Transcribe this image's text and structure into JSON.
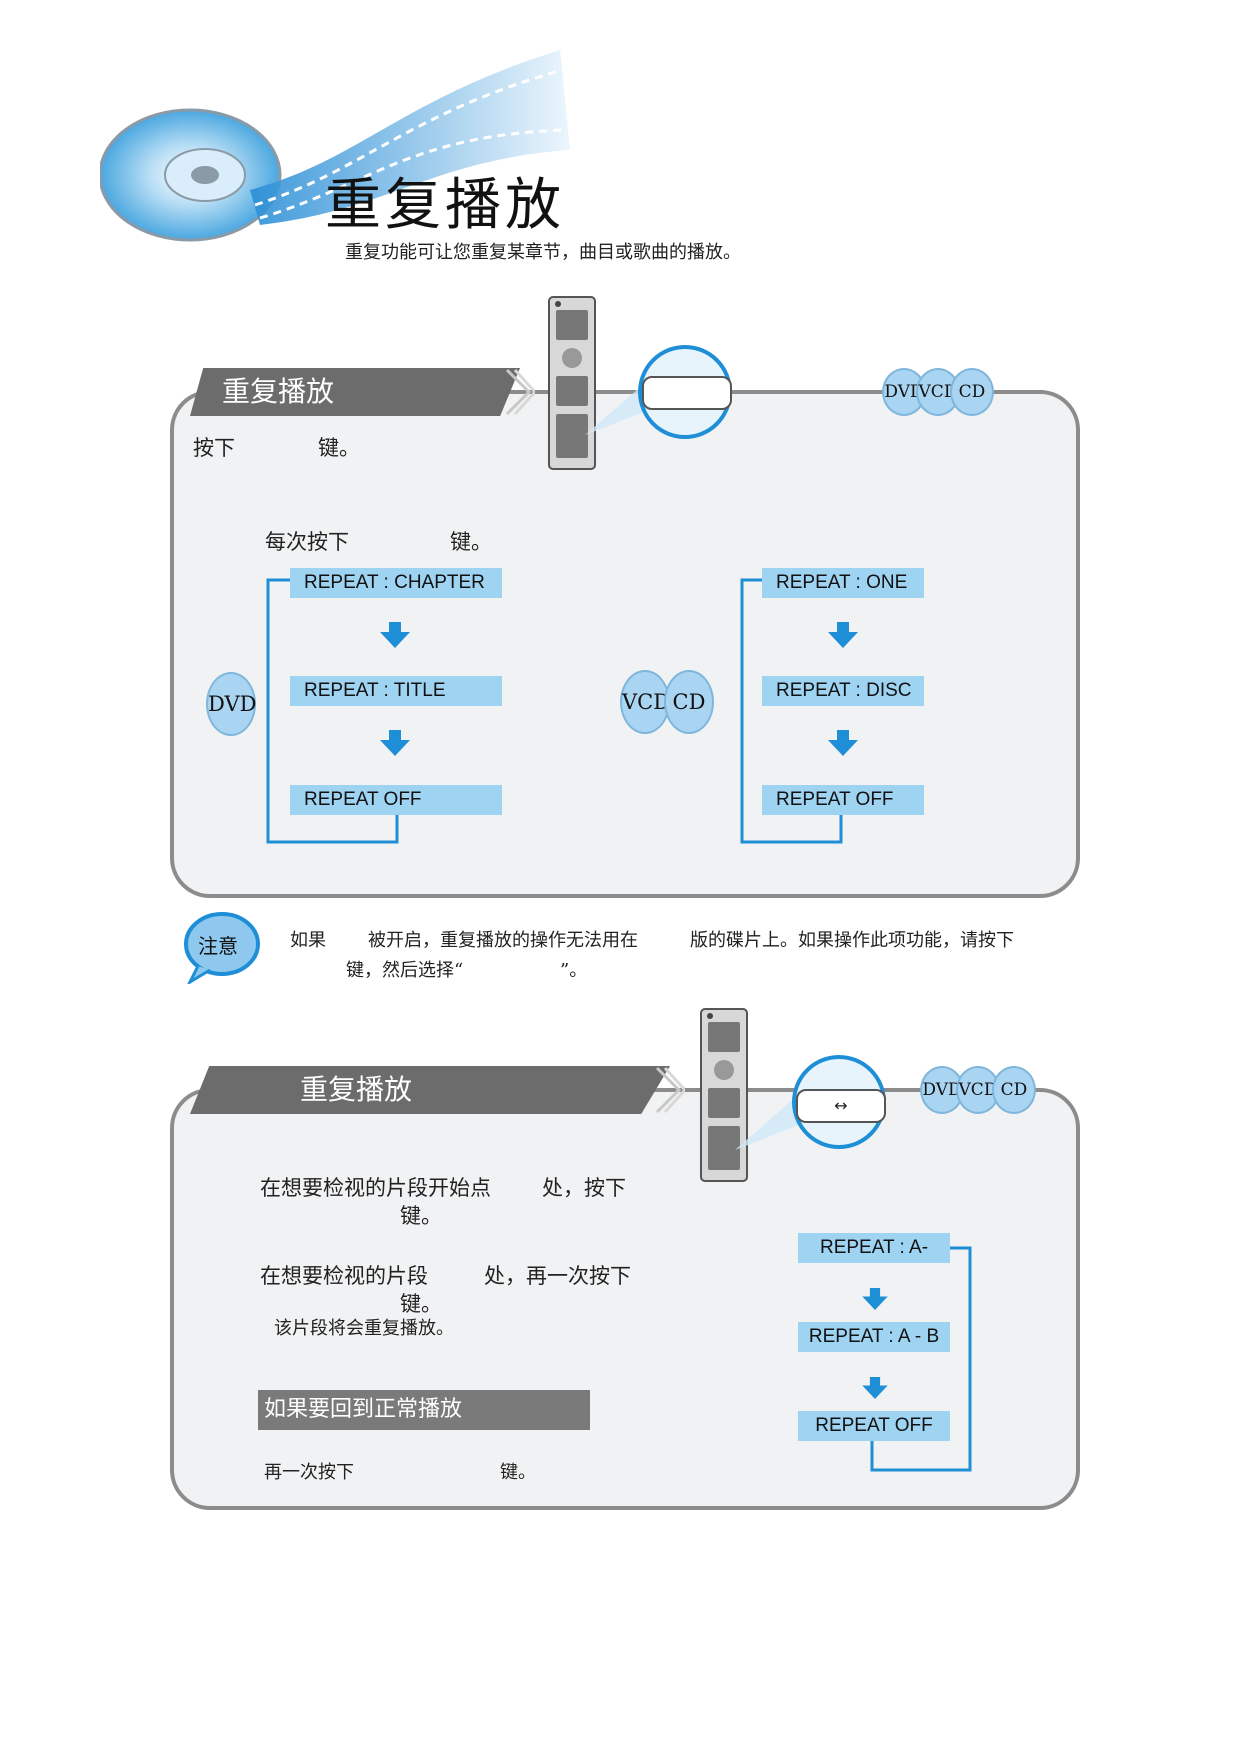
{
  "header": {
    "title": "重复播放",
    "subtitle": "重复功能可让您重复某章节，曲目或歌曲的播放。"
  },
  "section1": {
    "tab": "重复播放",
    "step1_prefix": "按下",
    "step1_suffix": "键。",
    "step2_prefix": "每次按下",
    "step2_suffix": "键。",
    "disc_badges": [
      "DVD",
      "VCD",
      "CD"
    ],
    "dvd_label": "DVD",
    "vcd_labels": [
      "VCD",
      "CD"
    ],
    "dvd_flow": [
      "REPEAT : CHAPTER",
      "REPEAT : TITLE",
      "REPEAT OFF"
    ],
    "vcd_flow": [
      "REPEAT : ONE",
      "REPEAT : DISC",
      "REPEAT OFF"
    ]
  },
  "note": {
    "badge": "注意",
    "line1_a": "如果",
    "line1_b": "被开启，重复播放的操作无法用在",
    "line1_c": "版的碟片上。如果操作此项功能，请按下",
    "line2_a": "键，然后选择“",
    "line2_b": "”。"
  },
  "section2": {
    "tab": "重复播放",
    "disc_badges": [
      "DVD",
      "VCD",
      "CD"
    ],
    "button_symbol": "↔",
    "line1_a": "在想要检视的片段开始点",
    "line1_b": "处，按下",
    "line1_c": "键。",
    "line2_a": "在想要检视的片段",
    "line2_b": "处，再一次按下",
    "line2_c": "键。",
    "line2_d": "该片段将会重复播放。",
    "bar": "如果要回到正常播放",
    "line3_a": "再一次按下",
    "line3_b": "键。",
    "flow": [
      "REPEAT : A-",
      "REPEAT : A - B",
      "REPEAT OFF"
    ]
  },
  "colors": {
    "accent": "#1e8fd6",
    "step_bg": "#9fd3f2",
    "panel_border": "#8c8c8c"
  }
}
